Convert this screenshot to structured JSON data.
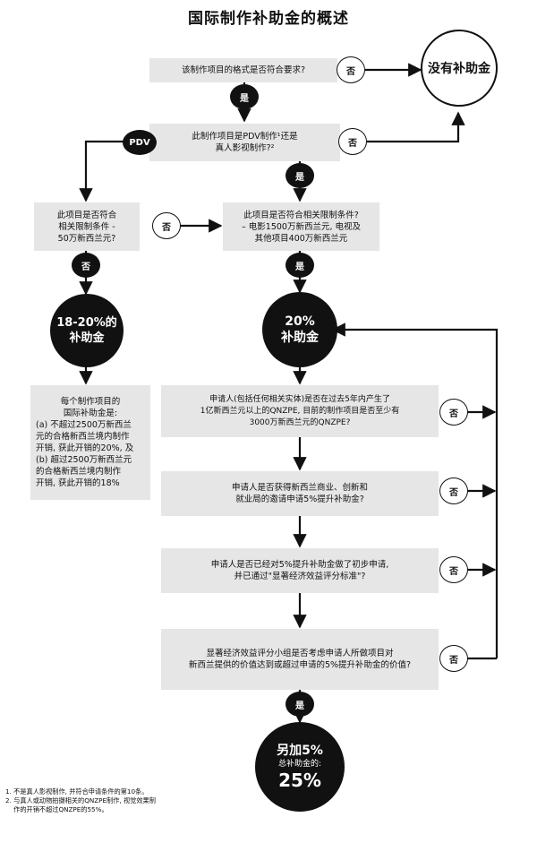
{
  "title": "国际制作补助金的概述",
  "no_grant": "没有补助金",
  "yes": "是",
  "no": "否",
  "pdv": "PDV",
  "q1": "该制作项目的格式是否符合要求?",
  "q2": [
    "此制作项目是PDV制作¹还是",
    "真人影视制作?²"
  ],
  "q3": [
    "此项目是否符合",
    "相关限制条件 -",
    "50万新西兰元?"
  ],
  "q4": [
    "此项目是否符合相关限制条件?",
    "– 电影1500万新西兰元, 电视及",
    "其他项目400万新西兰元"
  ],
  "circle_left": [
    "18-20%的",
    "补助金"
  ],
  "circle_mid": [
    "20%",
    "补助金"
  ],
  "left_info": [
    "每个制作项目的",
    "国际补助金是:",
    "(a) 不超过2500万新西兰",
    "元的合格新西兰境内制作",
    "开销, 获此开销的20%, 及",
    "(b) 超过2500万新西兰元",
    "的合格新西兰境内制作",
    "开销, 获此开销的18%"
  ],
  "q5": [
    "申请人(包括任何相关实体)是否在过去5年内产生了",
    "1亿新西兰元以上的QNZPE, 目前的制作项目是否至少有",
    "3000万新西兰元的QNZPE?"
  ],
  "q6": [
    "申请人是否获得新西兰商业、创新和",
    "就业局的邀请申请5%提升补助金?"
  ],
  "q7": [
    "申请人是否已经对5%提升补助金做了初步申请,",
    "并已通过\"显著经济效益评分标准\"?"
  ],
  "q8": [
    "显著经济效益评分小组是否考虑申请人所做项目对",
    "新西兰提供的价值达到或超过申请的5%提升补助金的价值?"
  ],
  "final": {
    "line1": "另加5%",
    "line2": "总补助金的:",
    "line3": "25%"
  },
  "footnotes": [
    "1. 不是真人影视制作, 并符合申请条件的第10条。",
    "2. 与真人或动物拍摄相关的QNZPE制作, 视觉效果制",
    "    作的开销不超过QNZPE的55%。"
  ]
}
